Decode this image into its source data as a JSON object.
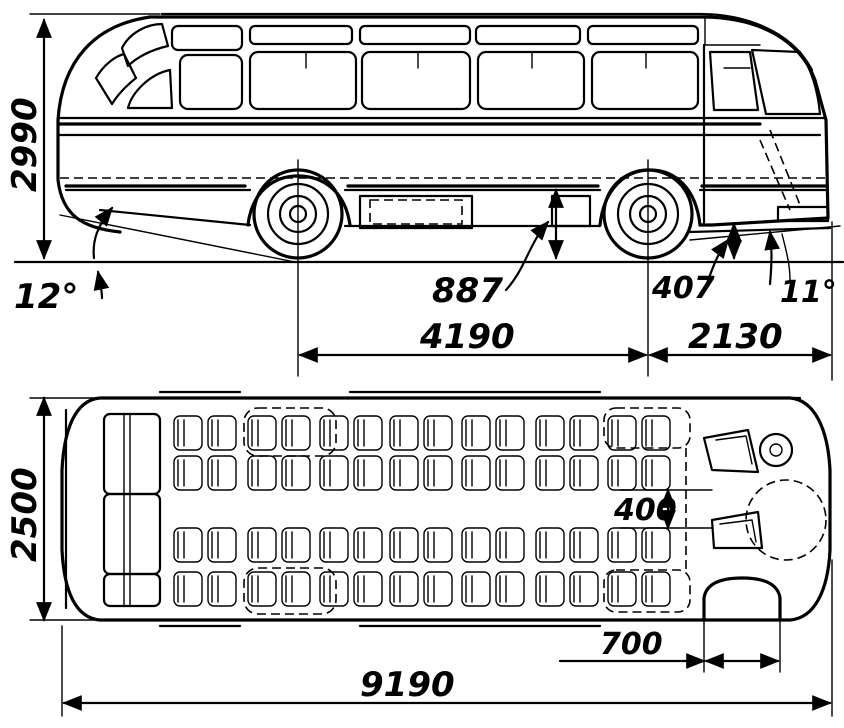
{
  "dimensions": {
    "overall_height": "2990",
    "ramp_angle_rear": "12°",
    "ground_clearance": "887",
    "front_clearance": "407",
    "ramp_angle_front": "11°",
    "wheelbase": "4190",
    "front_overhang": "2130",
    "overall_width": "2500",
    "aisle_width": "400",
    "door_width": "700",
    "overall_length": "9190"
  }
}
